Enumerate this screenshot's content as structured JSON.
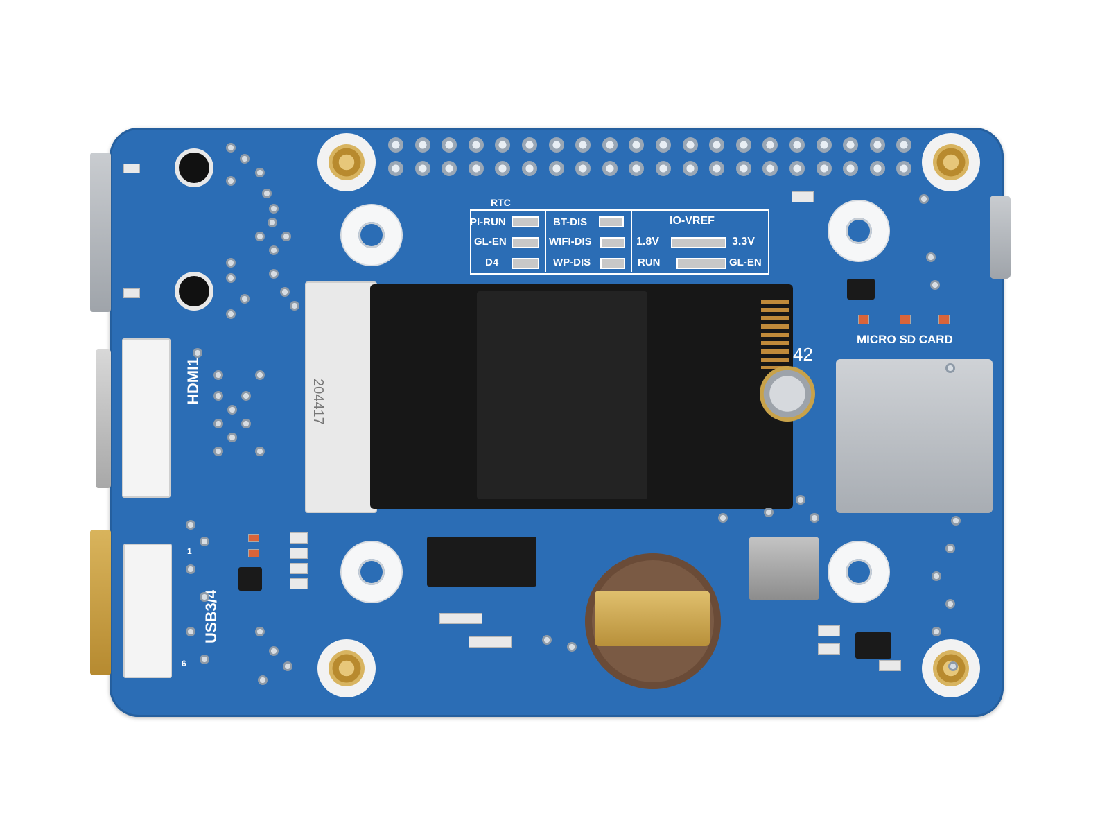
{
  "silkscreen": {
    "rtc": "RTC",
    "pi_run": "PI-RUN",
    "gl_en_left": "GL-EN",
    "d4": "D4",
    "bt_dis": "BT-DIS",
    "wifi_dis": "WIFI-DIS",
    "wp_dis": "WP-DIS",
    "io_vref": "IO-VREF",
    "v18": "1.8V",
    "v33": "3.3V",
    "run": "RUN",
    "gl_en_right": "GL-EN",
    "micro_sd": "MICRO SD CARD",
    "hdmi1": "HDMI1",
    "usb34": "USB3/4",
    "pin_1": "1",
    "pin_6": "6",
    "m2_size": "42",
    "connector_marking": "204417"
  },
  "colors": {
    "pcb": "#2b6db5",
    "silk": "#ffffff",
    "module": "#1a1a1a",
    "gold": "#c8a24a",
    "battery_holder": "#7a5a44"
  }
}
